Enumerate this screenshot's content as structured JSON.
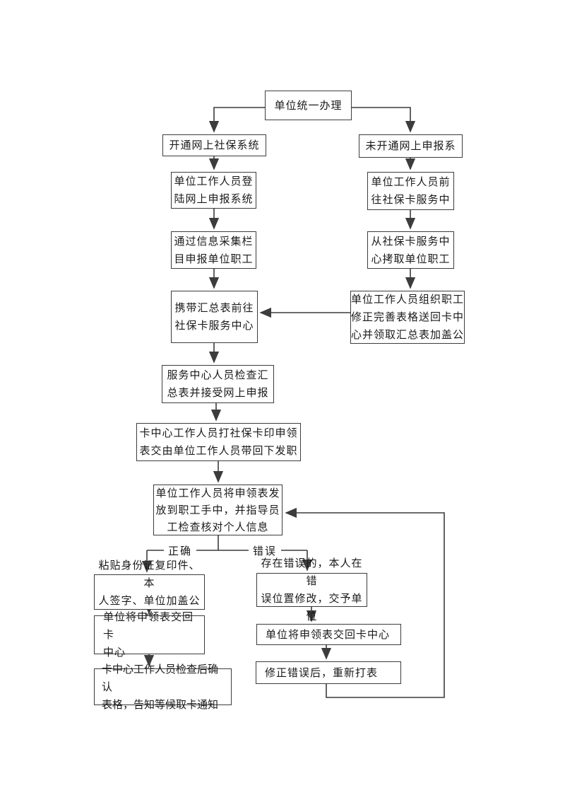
{
  "page": {
    "background_color": "#ffffff",
    "line_color": "#3c3c3c",
    "text_color": "#1a1a1a"
  },
  "flowchart": {
    "nodes": {
      "start": {
        "label": "单位统一办理"
      },
      "open_online": {
        "label": "开通网上社保系统"
      },
      "not_open_online": {
        "label": "未开通网上申报系"
      },
      "staff_login": {
        "label": "单位工作人员登\n陆网上申报系统"
      },
      "staff_visit_center": {
        "label": "单位工作人员前\n往社保卡服务中"
      },
      "declare_via_collection": {
        "label": "通过信息采集栏\n目申报单位职工"
      },
      "copy_from_center": {
        "label": "从社保卡服务中\n心拷取单位职工"
      },
      "bring_summary": {
        "label": "携带汇总表前往\n社保卡服务中心"
      },
      "organize_revise": {
        "label": "单位工作人员组织职工\n修正完善表格送回卡中\n心并领取汇总表加盖公"
      },
      "center_check_summary": {
        "label": "服务中心人员检查汇\n总表并接受网上申报"
      },
      "card_center_print": {
        "label": "卡中心工作人员打社保卡印申领\n表交由单位工作人员带回下发职"
      },
      "distribute_check": {
        "label": "单位工作人员将申领表发\n放到职工手中，并指导员\n工检查核对个人信息"
      },
      "paste_id_sign": {
        "label": "粘贴身份证复印件、本\n人签字、单位加盖公章"
      },
      "return_form_left": {
        "label": "单位将申领表交回卡\n中心"
      },
      "card_center_confirm": {
        "label": "卡中心工作人员检查后确认\n表格，告知等候取卡通知"
      },
      "error_self_modify": {
        "label": "存在错误的，本人在错\n误位置修改，交予单位"
      },
      "return_form_right": {
        "label": "单位将申领表交回卡中心"
      },
      "reprint": {
        "label": "修正错误后，重新打表"
      }
    },
    "branch_labels": {
      "correct": "正确",
      "error": "错误"
    }
  }
}
